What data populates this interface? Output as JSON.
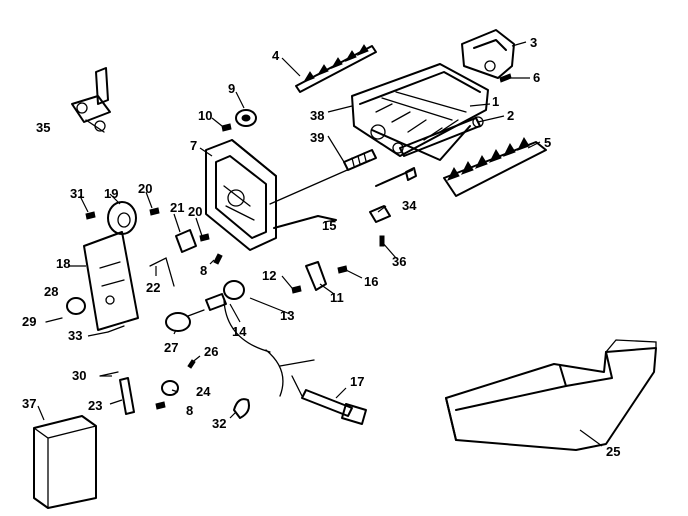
{
  "callouts": {
    "c1": "1",
    "c2": "2",
    "c3": "3",
    "c4": "4",
    "c5": "5",
    "c6": "6",
    "c7": "7",
    "c8a": "8",
    "c8b": "8",
    "c9": "9",
    "c10": "10",
    "c11": "11",
    "c12": "12",
    "c13": "13",
    "c14": "14",
    "c15": "15",
    "c16": "16",
    "c17": "17",
    "c18": "18",
    "c19": "19",
    "c20a": "20",
    "c20b": "20",
    "c21": "21",
    "c22": "22",
    "c23": "23",
    "c24": "24",
    "c25": "25",
    "c26": "26",
    "c27": "27",
    "c28": "28",
    "c29": "29",
    "c30": "30",
    "c31": "31",
    "c32": "32",
    "c33": "33",
    "c34": "34",
    "c35": "35",
    "c36": "36",
    "c37": "37",
    "c38": "38",
    "c39": "39"
  }
}
